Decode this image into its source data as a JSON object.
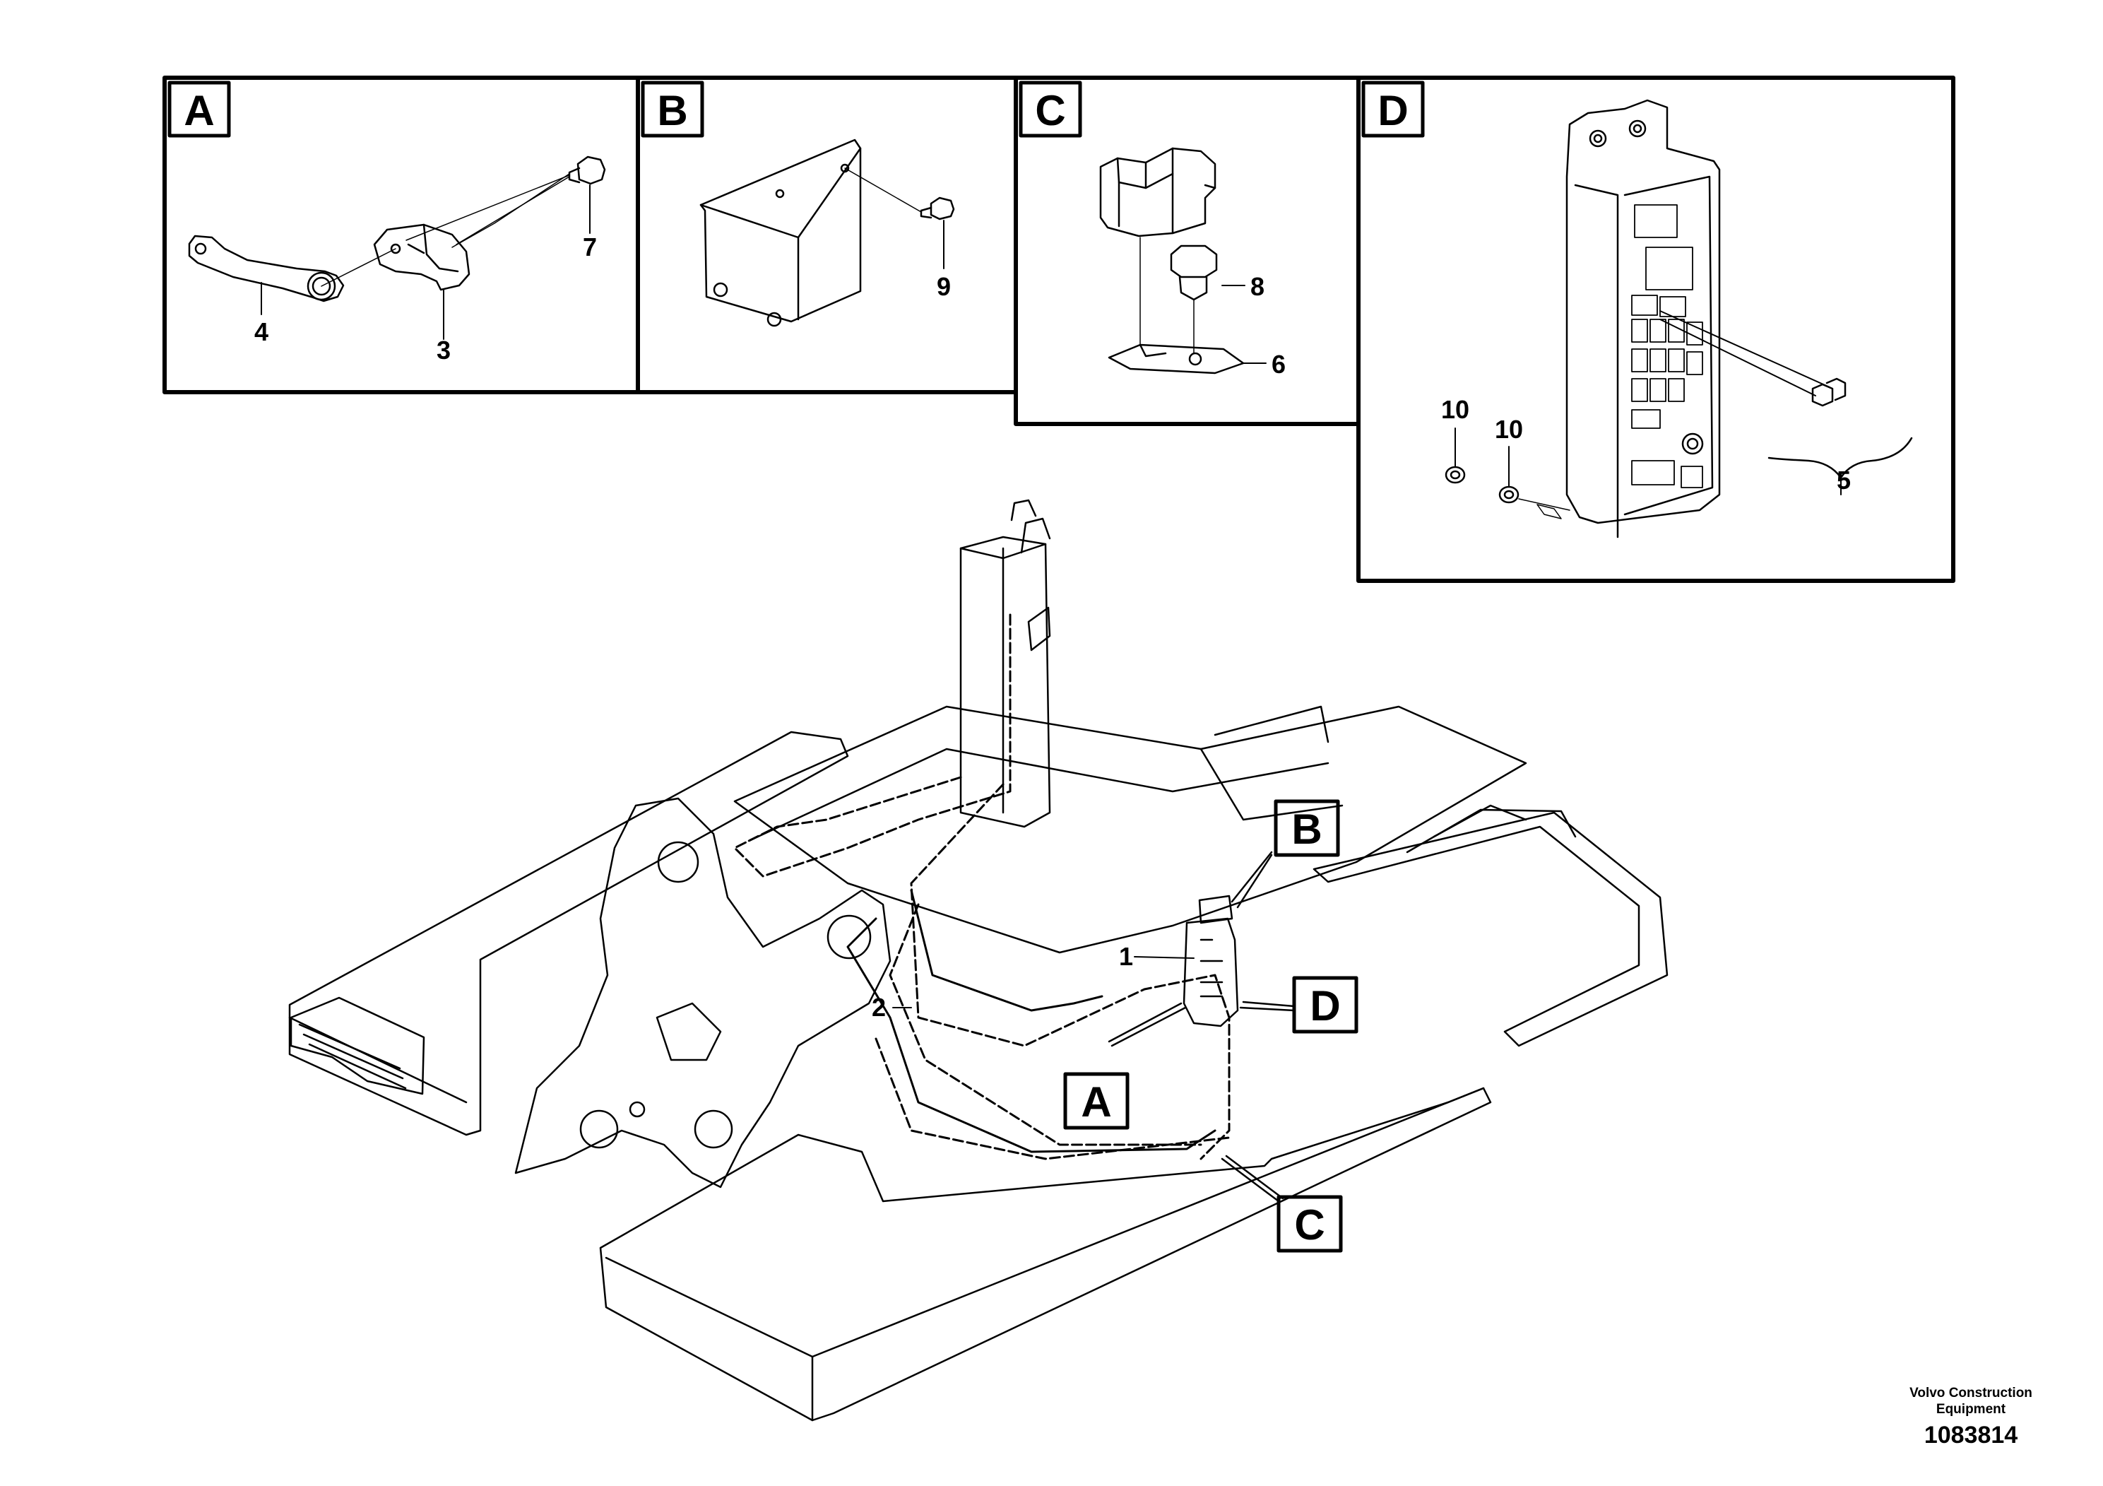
{
  "insets": [
    {
      "letter": "A",
      "items": [
        "4",
        "3",
        "7"
      ]
    },
    {
      "letter": "B",
      "items": [
        "9"
      ]
    },
    {
      "letter": "C",
      "items": [
        "8",
        "6"
      ]
    },
    {
      "letter": "D",
      "items": [
        "10",
        "10",
        "5"
      ]
    }
  ],
  "main_callouts": {
    "box_letters": [
      "B",
      "D",
      "A",
      "C"
    ],
    "item_numbers": [
      "1",
      "2"
    ]
  },
  "publisher": "Volvo Construction Equipment",
  "figure_number": "1083814"
}
